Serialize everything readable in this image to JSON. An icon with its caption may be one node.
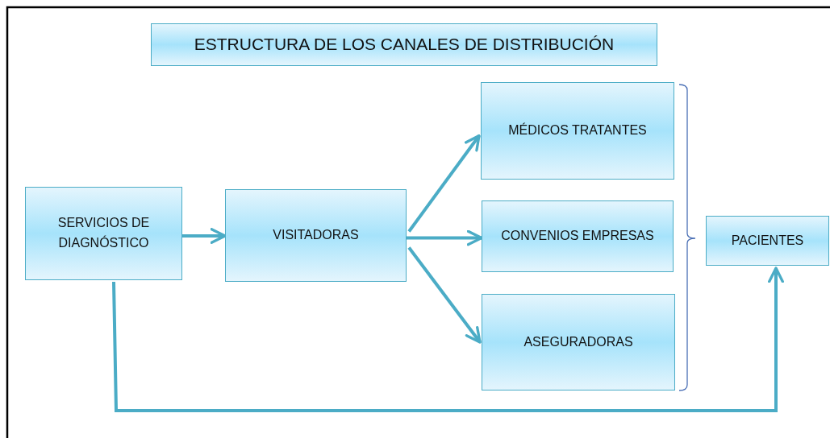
{
  "diagram": {
    "title": "ESTRUCTURA DE LOS CANALES DE DISTRIBUCIÓN",
    "nodes": [
      {
        "text": [
          "SERVICIOS DE DIAGNÓSTICO"
        ]
      },
      {
        "text": [
          "VISITADORAS"
        ]
      },
      {
        "text": [
          "MÉDICOS TRATANTES"
        ]
      },
      {
        "text": [
          "CONVENIOS EMPRESAS"
        ]
      },
      {
        "text": [
          "ASEGURADORAS"
        ]
      },
      {
        "text": [
          "PACIENTES"
        ]
      }
    ],
    "edges": [
      {
        "from": 0,
        "to": 1,
        "arrow": "to"
      },
      {
        "from": 1,
        "to": 2,
        "arrow": "to"
      },
      {
        "from": 1,
        "to": 3,
        "arrow": "to"
      },
      {
        "from": 1,
        "to": 4,
        "arrow": "to"
      },
      {
        "from": 0,
        "to": 5,
        "arrow": "to"
      }
    ]
  }
}
